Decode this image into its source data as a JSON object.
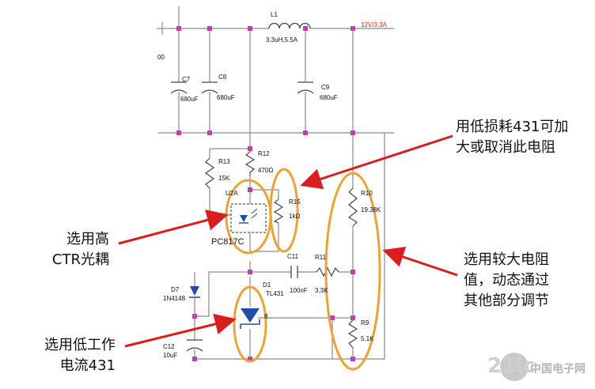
{
  "components": {
    "l1": {
      "ref": "L1",
      "value": "3.3uH,5.5A"
    },
    "c7": {
      "ref": "C7",
      "value": "680uF"
    },
    "c8": {
      "ref": "C8",
      "value": "680uF"
    },
    "c9": {
      "ref": "C9",
      "value": "680uF"
    },
    "r12": {
      "ref": "R12",
      "value": "470Ω"
    },
    "r13": {
      "ref": "R13",
      "value": "15K"
    },
    "u2a": {
      "ref": "U2A",
      "part": "PC817C"
    },
    "r15": {
      "ref": "R15",
      "value": "1kΩ"
    },
    "r10": {
      "ref": "R10",
      "value": "19.38K"
    },
    "c11": {
      "ref": "C11",
      "value": "100nF"
    },
    "r11": {
      "ref": "R11",
      "value": "3.3K"
    },
    "d7": {
      "ref": "D7",
      "value": "1N4148"
    },
    "d1": {
      "ref": "D1",
      "value": "TL431"
    },
    "r9": {
      "ref": "R9",
      "value": "5.1K"
    },
    "c12": {
      "ref": "C12",
      "value": "10uF"
    },
    "pin8": "8",
    "left_cut": "00"
  },
  "net_label": "12V/3.3A",
  "annotations": {
    "top_right": [
      "用低损耗431可加",
      "大或取消此电阻"
    ],
    "left_mid": [
      "选用高",
      "CTR光耦"
    ],
    "right_mid": [
      "选用较大电阻",
      "值，动态通过",
      "其他部分调节"
    ],
    "left_bottom": [
      "选用低工作",
      "电流431"
    ]
  },
  "watermark": {
    "logo": "21ic",
    "site": "中国电子网"
  },
  "colors": {
    "wire": "#8a8a8a",
    "node": "#c03fb0",
    "highlight": "#e8a33a",
    "arrow": "#d81e1e",
    "net": "#e0201b"
  }
}
